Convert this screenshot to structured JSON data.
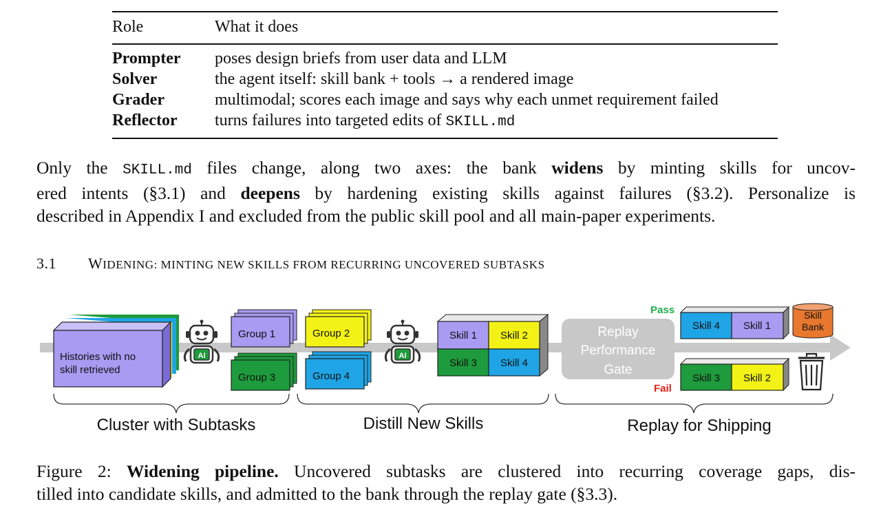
{
  "table": {
    "header": {
      "role": "Role",
      "what": "What it does"
    },
    "rows": [
      {
        "role": "Prompter",
        "desc": "poses design briefs from user data and LLM"
      },
      {
        "role": "Solver",
        "desc": "the agent itself: skill bank + tools → a rendered image"
      },
      {
        "role": "Grader",
        "desc": "multimodal; scores each image and says why each unmet requirement failed"
      },
      {
        "role": "Reflector",
        "desc_pre": "turns failures into targeted edits of ",
        "desc_code": "SKILL.md"
      }
    ]
  },
  "paragraph": {
    "l1_a": "Only the ",
    "l1_code": "SKILL.md",
    "l1_b": " files change, along two axes: the bank ",
    "l1_bold": "widens",
    "l1_c": " by minting skills for uncov-",
    "l2_a": "ered intents (§3.1) and ",
    "l2_bold": "deepens",
    "l2_b": " by hardening existing skills against failures (§3.2). Personalize is",
    "l3": "described in Appendix I and excluded from the public skill pool and all main-paper experiments."
  },
  "section": {
    "number": "3.1",
    "title_cap": "W",
    "title_rest": "IDENING: MINTING NEW SKILLS FROM RECURRING UNCOVERED SUBTASKS"
  },
  "figure": {
    "histories_l1": "Histories with no",
    "histories_l2": "skill retrieved",
    "robot_label": "AI",
    "groups": [
      "Group 1",
      "Group 2",
      "Group 3",
      "Group 4"
    ],
    "skills": [
      "Skill 1",
      "Skill 2",
      "Skill 3",
      "Skill 4"
    ],
    "gate_l1": "Replay",
    "gate_l2": "Performance",
    "gate_l3": "Gate",
    "pass": "Pass",
    "fail": "Fail",
    "bank_l1": "Skill",
    "bank_l2": "Bank",
    "stage1": "Cluster with Subtasks",
    "stage2": "Distill New Skills",
    "stage3": "Replay for Shipping",
    "colors": {
      "purple": "#A99AF2",
      "yellow": "#F3F217",
      "green": "#1E9B3C",
      "blue": "#1FA5E6",
      "orange": "#E8782E",
      "gray": "#C8C8C8",
      "pass": "#1FAF4A",
      "fail": "#E0201A"
    }
  },
  "caption": {
    "prefix": "Figure 2: ",
    "bold": "Widening pipeline.",
    "l1_rest": " Uncovered subtasks are clustered into recurring coverage gaps, dis-",
    "l2": "tilled into candidate skills, and admitted to the bank through the replay gate (§3.3)."
  }
}
